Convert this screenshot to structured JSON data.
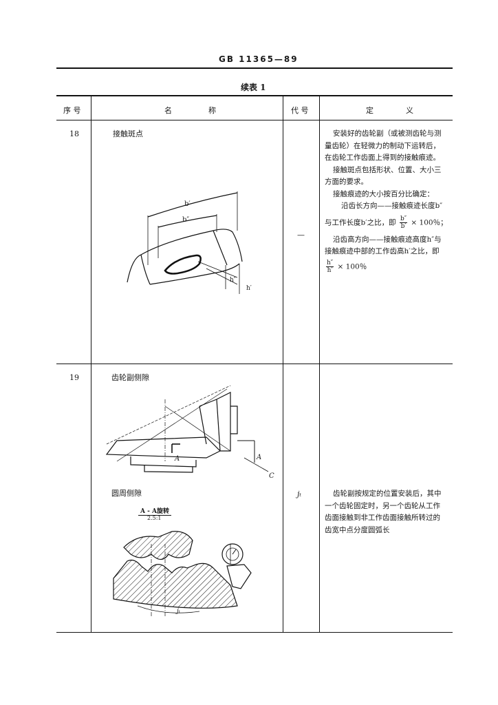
{
  "header": {
    "standard": "GB 11365—89"
  },
  "table": {
    "caption": "续表 1",
    "columns": {
      "seq": "序 号",
      "name_1": "名",
      "name_2": "称",
      "code": "代 号",
      "def_1": "定",
      "def_2": "义"
    },
    "row18": {
      "seq": "18",
      "name": "接触斑点",
      "code": "—",
      "def": [
        "安装好的齿轮副（或被测齿轮与测",
        "量齿轮）在轻微力的制动下运转后，",
        "在齿轮工作齿面上得到的接触痕迹。",
        "接触斑点包括形状、位置、大小三",
        "方面的要求。",
        "接触痕迹的大小按百分比确定：",
        "沿齿长方向——接触痕迹长度b″",
        "与工作长度b′之比，即",
        "× 100％；",
        "沿齿高方向——接触痕迹高度h″与",
        "接触痕迹中部的工作齿高h′之比，即",
        "× 100％"
      ],
      "frac1": {
        "num": "b″",
        "den": "b′"
      },
      "frac2": {
        "num": "h″",
        "den": "h′"
      },
      "fig": {
        "b1": "b′",
        "b2": "b″",
        "h1": "h″",
        "h2": "h′"
      }
    },
    "row19": {
      "seq": "19",
      "name": "齿轮副侧隙",
      "fig": {
        "a1": "A",
        "a2": "A",
        "c": "C"
      },
      "sub_name": "圆周侧隙",
      "section_label": "A - A旋转",
      "scale": "2.5:1",
      "code": "jₜ",
      "def": [
        "齿轮副按规定的位置安装后，其中",
        "一个齿轮固定时，另一个齿轮从工作",
        "齿面接触到非工作齿面接触所转过的",
        "齿宽中点分度圆弧长"
      ],
      "fig2": {
        "jt": "jₜ"
      }
    }
  }
}
